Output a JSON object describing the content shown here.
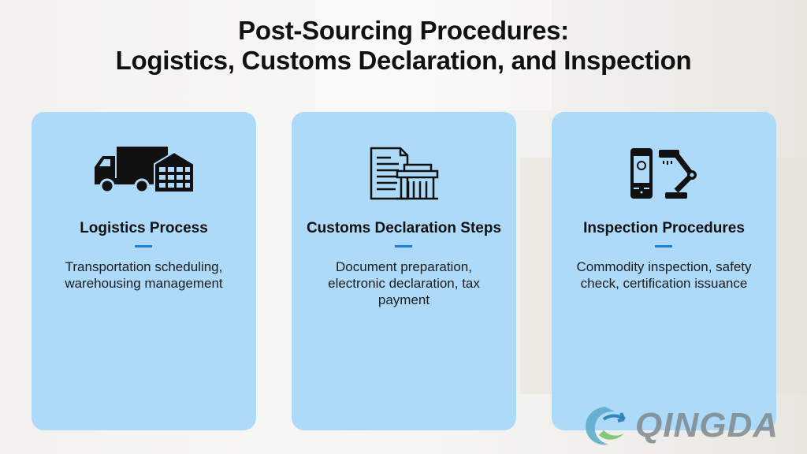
{
  "title_line1": "Post-Sourcing Procedures:",
  "title_line2": "Logistics, Customs Declaration, and Inspection",
  "cards": [
    {
      "title": "Logistics Process",
      "description": "Transportation scheduling, warehousing management",
      "icon": "truck-warehouse-icon"
    },
    {
      "title": "Customs Declaration Steps",
      "description": "Document preparation, electronic declaration, tax payment",
      "icon": "document-customs-building-icon"
    },
    {
      "title": "Inspection Procedures",
      "description": "Commodity inspection, safety check, certification issuance",
      "icon": "scanner-robot-arm-icon"
    }
  ],
  "logo": {
    "text": "QINGDA"
  },
  "colors": {
    "card": "#addaf8",
    "accent": "#1a7fe0"
  }
}
